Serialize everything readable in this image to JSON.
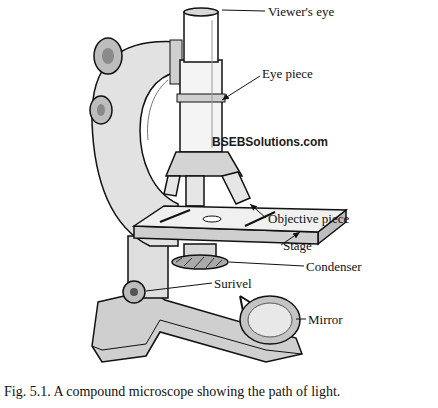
{
  "diagram": {
    "caption": "Fig. 5.1. A compound microscope showing the path of light.",
    "labels": [
      "Viewer's eye",
      "Eye piece",
      "BSEBSolutions.com",
      "Objective piece",
      "Stage",
      "Condenser",
      "Surivel",
      "Mirror"
    ]
  }
}
